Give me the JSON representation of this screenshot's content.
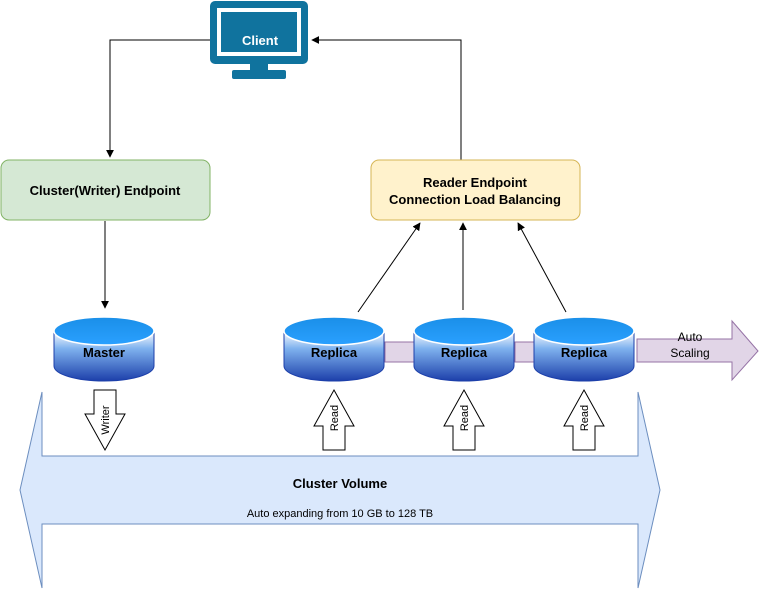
{
  "client": {
    "label": "Client",
    "icon": "monitor-icon"
  },
  "writer_endpoint": {
    "label": "Cluster(Writer) Endpoint"
  },
  "reader_endpoint": {
    "line1": "Reader Endpoint",
    "line2": "Connection Load Balancing"
  },
  "master": {
    "label": "Master"
  },
  "replicas": [
    {
      "label": "Replica"
    },
    {
      "label": "Replica"
    },
    {
      "label": "Replica"
    }
  ],
  "auto_scaling": {
    "line1": "Auto",
    "line2": "Scaling"
  },
  "writer_arrow": {
    "label": "Writer"
  },
  "read_arrows": [
    {
      "label": "Read"
    },
    {
      "label": "Read"
    },
    {
      "label": "Read"
    }
  ],
  "cluster_volume": {
    "title": "Cluster Volume",
    "subtitle": "Auto expanding from 10 GB to 128 TB"
  },
  "colors": {
    "client_blue": "#10739E",
    "writer_fill": "#D5E8D4",
    "writer_stroke": "#82B366",
    "reader_fill": "#FFF2CC",
    "reader_stroke": "#D6B656",
    "db_top": "#1A8FE8",
    "db_bottom": "#1C3FAA",
    "volume_fill": "#DAE8FC",
    "volume_stroke": "#6C8EBF",
    "scaling_fill": "#E1D5E7",
    "scaling_stroke": "#9673A6"
  }
}
